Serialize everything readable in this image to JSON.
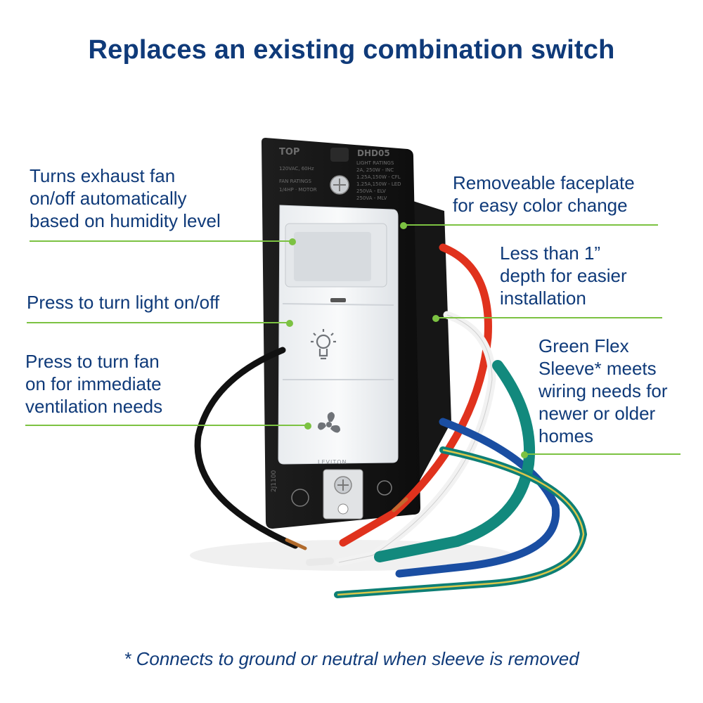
{
  "title": "Replaces an existing combination switch",
  "colors": {
    "text": "#0f3a79",
    "leader": "#7cc242"
  },
  "callouts": {
    "exhaust_fan": "Turns exhaust fan\non/off automatically\nbased on humidity level",
    "light": "Press to turn light on/off",
    "fan_button": "Press to turn fan\non for immediate\nventilation needs",
    "faceplate": "Removeable faceplate\nfor easy color change",
    "depth": "Less than 1”\ndepth for easier\ninstallation",
    "sleeve": "Green Flex\nSleeve* meets\nwiring needs for\nnewer or older\nhomes"
  },
  "footnote": "* Connects to ground or neutral when sleeve is removed",
  "device": {
    "top_mark": "TOP",
    "model": "DHD05",
    "ratings_left": [
      "120VAC, 60Hz",
      "FAN RATINGS",
      "1/4HP · MOTOR"
    ],
    "ratings_right": [
      "LIGHT RATINGS",
      "2A, 250W - INC",
      "1.25A,150W - CFL",
      "1.25A,150W - LED",
      "250VA - ELV",
      "250VA - MLV"
    ],
    "brand": "LEVITON",
    "side_code": "2J1100",
    "light_icon": "lightbulb-icon",
    "fan_icon": "fan-icon"
  }
}
